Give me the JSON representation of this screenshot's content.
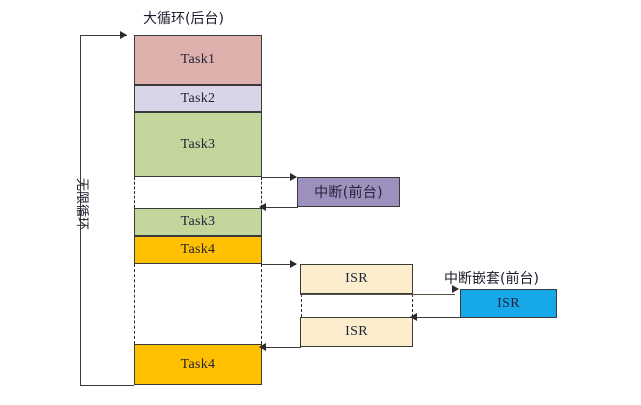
{
  "diagram": {
    "title_top": "大循环(后台)",
    "loop_label": "无限循环",
    "nested_label": "中断嵌套(前台)",
    "caption": ""
  },
  "colors": {
    "task1": "#deb0ab",
    "task2": "#d9d4e7",
    "task3": "#c3d69b",
    "task4": "#ffc000",
    "interrupt": "#9d90bd",
    "isr": "#fceecd",
    "isr_nested": "#16a8e8",
    "stroke": "#3a3a3a",
    "dash": "#2b2b2b"
  },
  "background_column": {
    "name": "big-loop-column",
    "blocks": [
      {
        "id": "task1",
        "label": "Task1",
        "color_key": "task1"
      },
      {
        "id": "task2",
        "label": "Task2",
        "color_key": "task2"
      },
      {
        "id": "task3a",
        "label": "Task3",
        "color_key": "task3"
      },
      {
        "id": "gap1",
        "label": "",
        "color_key": "none"
      },
      {
        "id": "task3b",
        "label": "Task3",
        "color_key": "task3"
      },
      {
        "id": "task4a",
        "label": "Task4",
        "color_key": "task4"
      },
      {
        "id": "gap2",
        "label": "",
        "color_key": "none"
      },
      {
        "id": "task4b",
        "label": "Task4",
        "color_key": "task4"
      }
    ]
  },
  "foreground": {
    "interrupt_box": {
      "label": "中断(前台)",
      "color_key": "interrupt"
    },
    "isr_boxes": [
      {
        "id": "isr-top",
        "label": "ISR",
        "color_key": "isr"
      },
      {
        "id": "isr-bottom",
        "label": "ISR",
        "color_key": "isr"
      }
    ],
    "nested_isr_box": {
      "label": "ISR",
      "color_key": "isr_nested"
    }
  }
}
